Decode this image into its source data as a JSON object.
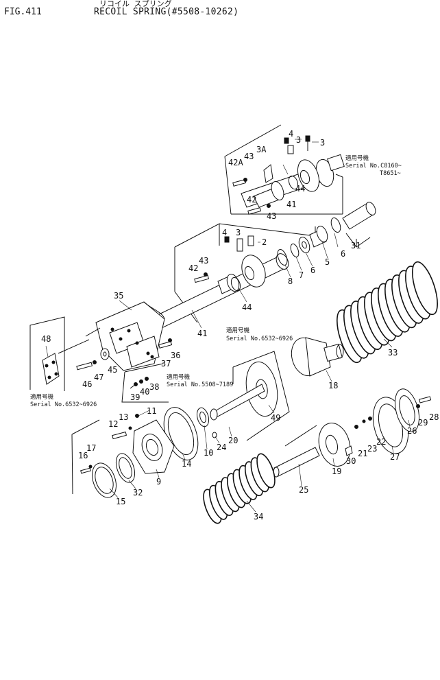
{
  "header": {
    "figure_number": "FIG.411",
    "title_kana": "リコイル スプリング",
    "title": "RECOIL SPRING(#5508-10262)"
  },
  "notes": [
    {
      "id": "note-c8160",
      "line1": "適用号機",
      "line2": "Serial No.C8160~",
      "line3": "T8651~"
    },
    {
      "id": "note-6532a",
      "line1": "適用号機",
      "line2": "Serial No.6532~6926"
    },
    {
      "id": "note-5508",
      "line1": "適用号機",
      "line2": "Serial No.5508~7189"
    },
    {
      "id": "note-6532b",
      "line1": "適用号機",
      "line2": "Serial No.6532~6926"
    }
  ],
  "part_labels": {
    "p2": "2",
    "p3a": "3",
    "p3b": "3",
    "p3c": "3",
    "p3A": "3A",
    "p4a": "4",
    "p4b": "4",
    "p5": "5",
    "p6a": "6",
    "p6b": "6",
    "p7": "7",
    "p8": "8",
    "p9": "9",
    "p10": "10",
    "p11": "11",
    "p12": "12",
    "p13": "13",
    "p14": "14",
    "p15": "15",
    "p16": "16",
    "p17": "17",
    "p18": "18",
    "p19": "19",
    "p20": "20",
    "p21": "21",
    "p22": "22",
    "p23": "23",
    "p24": "24",
    "p25": "25",
    "p26": "26",
    "p27": "27",
    "p28": "28",
    "p29": "29",
    "p30": "30",
    "p31": "31",
    "p32": "32",
    "p33": "33",
    "p34": "34",
    "p35": "35",
    "p36": "36",
    "p37": "37",
    "p38": "38",
    "p39": "39",
    "p40": "40",
    "p41a": "41",
    "p41b": "41",
    "p42a": "42",
    "p42b": "42",
    "p42A": "42A",
    "p43a": "43",
    "p43b": "43",
    "p43c": "43",
    "p44a": "44",
    "p44b": "44",
    "p45": "45",
    "p46": "46",
    "p47": "47",
    "p48": "48",
    "p49": "49"
  }
}
